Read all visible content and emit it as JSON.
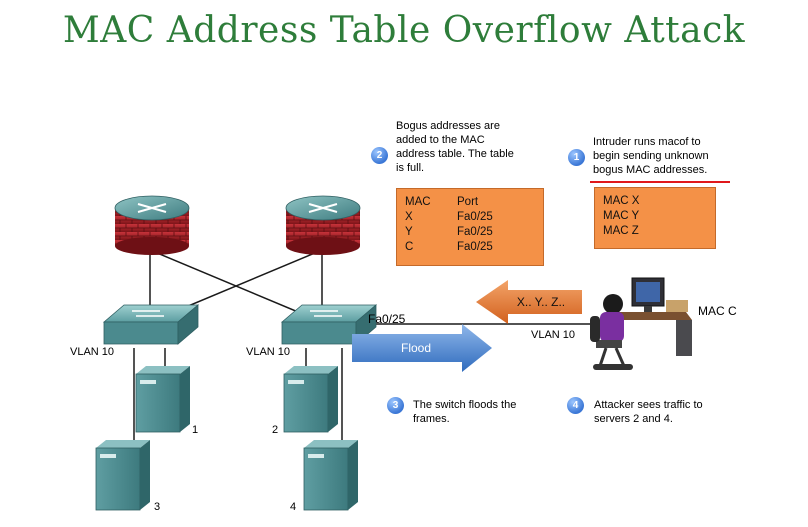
{
  "title": "MAC Address Table Overflow Attack",
  "labels": {
    "interface": "Fa0/25",
    "vlan_left": "VLAN 10",
    "vlan_mid": "VLAN 10",
    "vlan_attacker": "VLAN 10",
    "mac_c": "MAC C",
    "server1": "1",
    "server2": "2",
    "server3": "3",
    "server4": "4"
  },
  "steps": [
    {
      "number": "1",
      "text_lines": [
        "Intruder runs macof to",
        "begin sending unknown",
        "bogus MAC addresses."
      ]
    },
    {
      "number": "2",
      "text_lines": [
        "Bogus addresses are",
        "added to the MAC",
        "address table. The table",
        "is full."
      ]
    },
    {
      "number": "3",
      "text_lines": [
        "The switch floods the",
        "frames."
      ]
    },
    {
      "number": "4",
      "text_lines": [
        "Attacker sees traffic to",
        "servers 2 and 4."
      ]
    }
  ],
  "mac_table": {
    "headers": [
      "MAC",
      "Port"
    ],
    "rows": [
      [
        "X",
        "Fa0/25"
      ],
      [
        "Y",
        "Fa0/25"
      ],
      [
        "C",
        "Fa0/25"
      ]
    ]
  },
  "attacker_macs": [
    "MAC X",
    "MAC Y",
    "MAC Z"
  ],
  "arrows": {
    "flood": "Flood",
    "xyz": "X.. Y.. Z.."
  },
  "colors": {
    "title": "#2e7d3a",
    "orange_box": "#f49147",
    "device_teal": "#4f8f93",
    "router_red": "#b8222a",
    "flood_arrow": "#3b78c9",
    "xyz_arrow": "#e3762b",
    "badge": "#3b77d6",
    "underline": "#e0181b"
  }
}
